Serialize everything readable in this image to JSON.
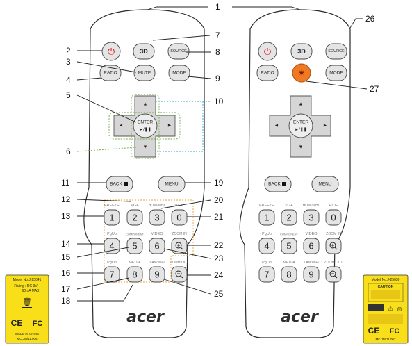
{
  "brand": "acer",
  "callout_numbers": [
    "1",
    "2",
    "3",
    "4",
    "5",
    "6",
    "7",
    "8",
    "9",
    "10",
    "11",
    "12",
    "13",
    "14",
    "15",
    "16",
    "17",
    "18",
    "19",
    "20",
    "21",
    "22",
    "23",
    "24",
    "25",
    "26",
    "27"
  ],
  "buttons": {
    "source": "SOURCE",
    "ratio": "RATIO",
    "mute": "MUTE",
    "mode": "MODE",
    "enter": "ENTER",
    "play_pause": "►/❚❚",
    "back": "BACK",
    "menu": "MENU",
    "three_d": "3D",
    "digits": [
      "1",
      "2",
      "3",
      "0",
      "4",
      "5",
      "6",
      "7",
      "8",
      "9"
    ]
  },
  "key_labels": {
    "freeze": "FREEZE",
    "vga": "VGA",
    "hdmi_mhl": "HDMI/MHL",
    "hide": "HIDE",
    "pgup": "PgUp",
    "component": "COMPONENT",
    "video": "VIDEO",
    "zoom_in": "ZOOM IN",
    "pgdn": "PgDn",
    "media": "MEDIA",
    "lan_wifi": "LAN/WiFi",
    "zoom_out": "ZOOM OUT"
  },
  "left_sticker": {
    "model": "Model No:J-25041",
    "rating_a": "Rating : DC 3V",
    "rating_b": "60mA MAX",
    "ce": "CE",
    "fc": "FC",
    "made": "MADE IN CHINA",
    "code": "MC.JM/11.006"
  },
  "right_sticker": {
    "model": "Model No:J-25030",
    "caution": "CAUTION",
    "ce": "CE",
    "fc": "FC",
    "code": "MC.JM/11.007"
  },
  "colors": {
    "power_red": "#d8141b",
    "laser_orange": "#f07a22",
    "dpad_green_dots": "#6aaa3a",
    "dpad_blue_dots": "#2aa7d8",
    "group_orange_dots": "#e9a23b",
    "sticker_yellow": "#f9df1a"
  }
}
